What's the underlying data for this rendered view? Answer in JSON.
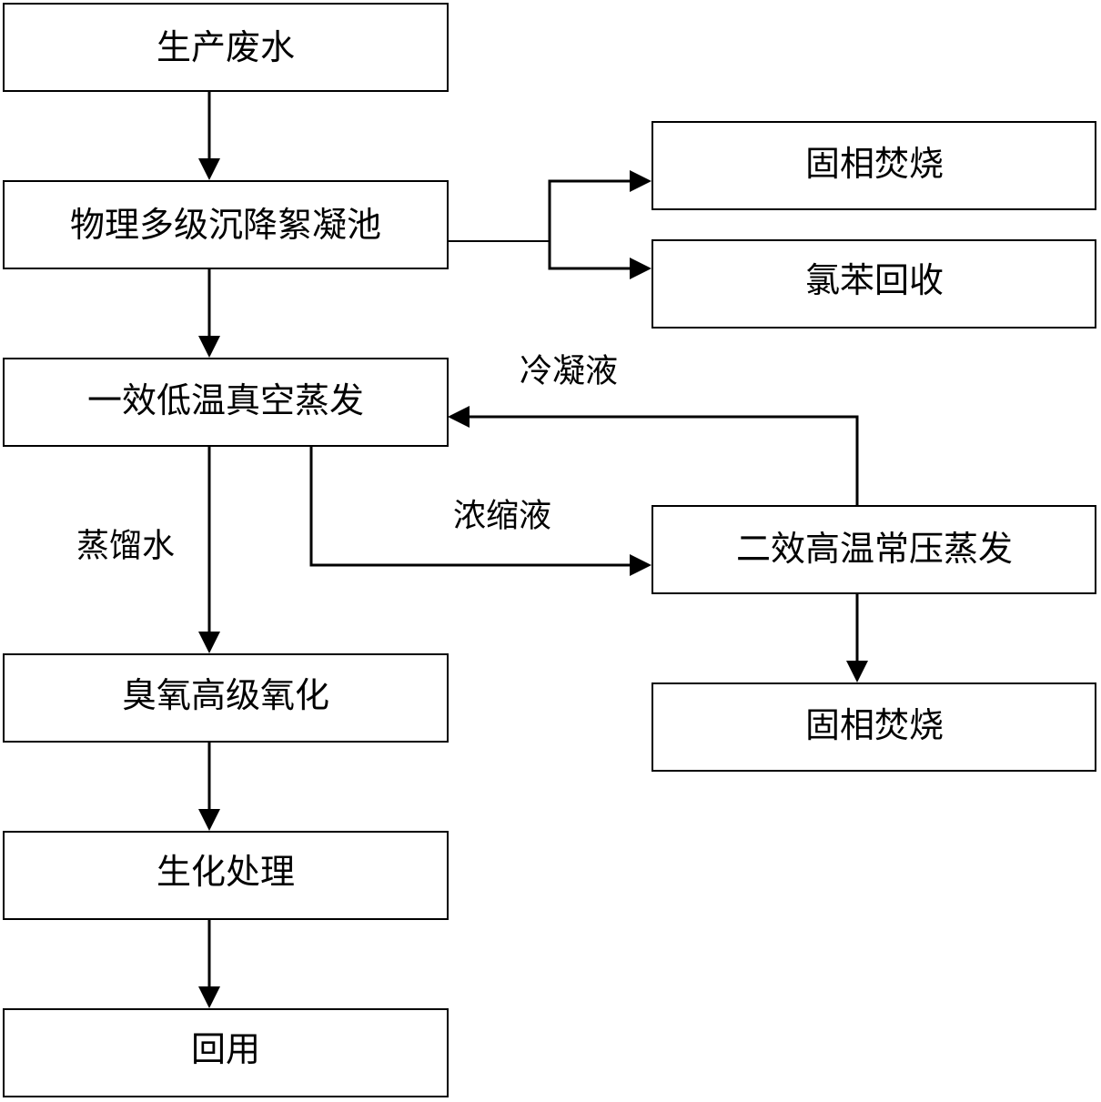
{
  "nodes": {
    "wastewater": "生产废水",
    "settling": "物理多级沉降絮凝池",
    "incinerate_top": "固相焚烧",
    "chlorobenzene": "氯苯回收",
    "first_effect": "一效低温真空蒸发",
    "second_effect": "二效高温常压蒸发",
    "incinerate_bottom": "固相焚烧",
    "ozone": "臭氧高级氧化",
    "biochem": "生化处理",
    "reuse": "回用"
  },
  "edge_labels": {
    "condensate": "冷凝液",
    "concentrate": "浓缩液",
    "distilled": "蒸馏水"
  }
}
